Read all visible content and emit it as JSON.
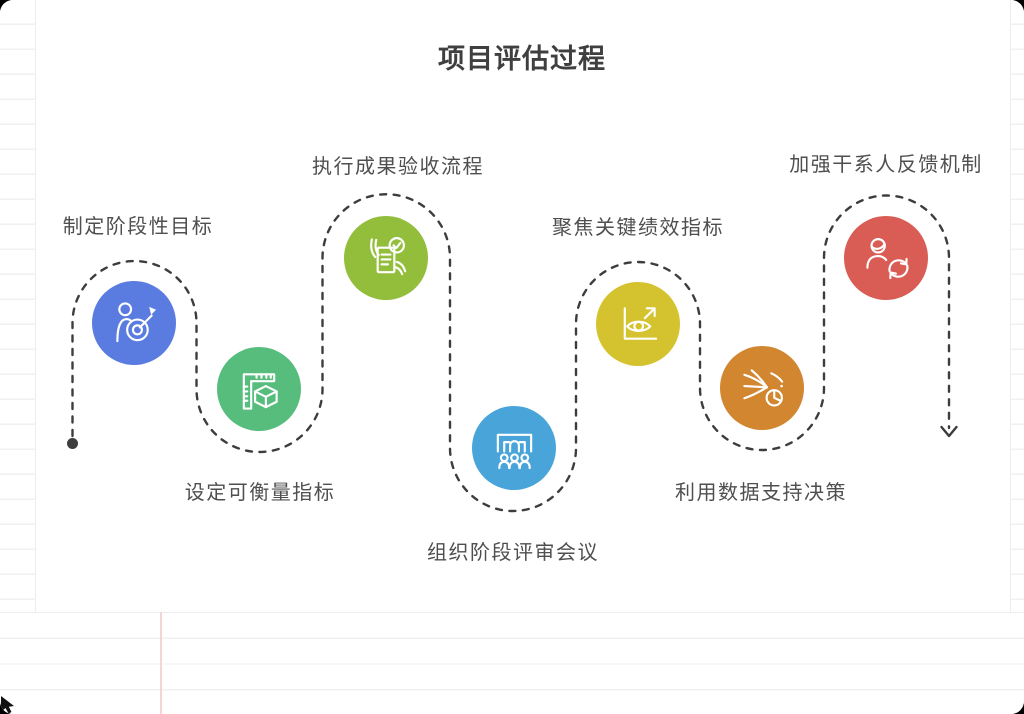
{
  "title": "项目评估过程",
  "steps": [
    {
      "label": "制定阶段性目标",
      "color": "#5a7ce0",
      "icon": "person-target-icon"
    },
    {
      "label": "设定可衡量指标",
      "color": "#56bd7d",
      "icon": "ruler-cube-icon"
    },
    {
      "label": "执行成果验收流程",
      "color": "#92be3b",
      "icon": "document-check-icon"
    },
    {
      "label": "组织阶段评审会议",
      "color": "#48a4d9",
      "icon": "meeting-table-icon"
    },
    {
      "label": "聚焦关键绩效指标",
      "color": "#d4c22e",
      "icon": "chart-eye-icon"
    },
    {
      "label": "利用数据支持决策",
      "color": "#d1862f",
      "icon": "data-flow-pie-icon"
    },
    {
      "label": "加强干系人反馈机制",
      "color": "#d95c55",
      "icon": "person-sync-icon"
    }
  ],
  "flow": {
    "line_color": "#3d3d3d"
  }
}
